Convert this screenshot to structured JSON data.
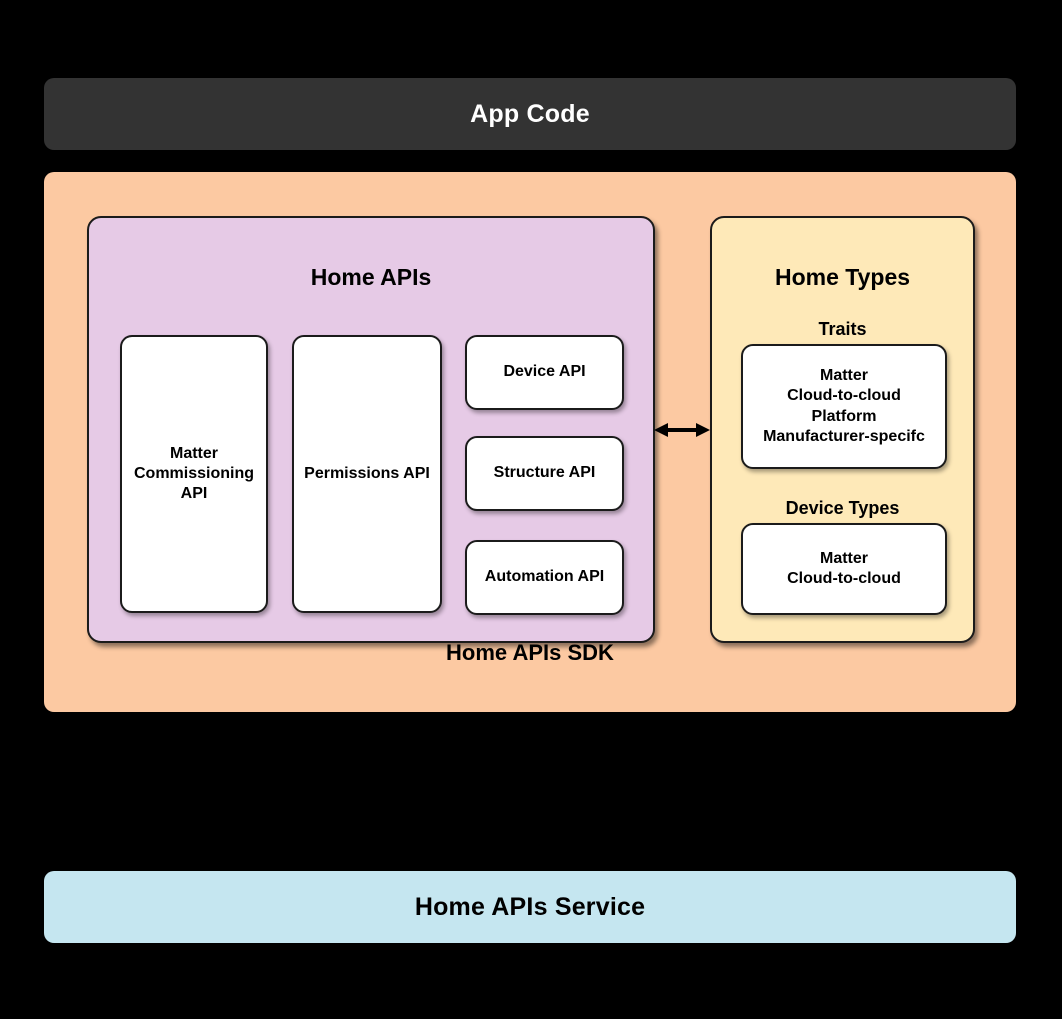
{
  "background_color": "#000000",
  "colors": {
    "app_code_bar": "#333333",
    "sdk_container": "#fcc9a2",
    "home_apis_panel": "#e6cae6",
    "home_types_panel": "#fee9b8",
    "service_bar": "#c5e6f0",
    "box_fill": "#ffffff",
    "stroke": "#1b1b1b",
    "text": "#000000",
    "inverse_text": "#ffffff"
  },
  "app_code": {
    "label": "App Code"
  },
  "sdk": {
    "label": "Home APIs SDK",
    "home_apis": {
      "title": "Home APIs",
      "boxes": [
        {
          "name": "matter-commissioning-api",
          "label": "Matter\nCommissioning\nAPI"
        },
        {
          "name": "permissions-api",
          "label": "Permissions API"
        },
        {
          "name": "device-api",
          "label": "Device API"
        },
        {
          "name": "structure-api",
          "label": "Structure API"
        },
        {
          "name": "automation-api",
          "label": "Automation API"
        }
      ]
    },
    "home_types": {
      "title": "Home Types",
      "sections": [
        {
          "name": "traits",
          "title": "Traits",
          "items": "Matter\nCloud-to-cloud\nPlatform\nManufacturer-specifc"
        },
        {
          "name": "device-types",
          "title": "Device Types",
          "items": "Matter\nCloud-to-cloud"
        }
      ]
    },
    "connector": {
      "name": "bidirectional-arrow-icon",
      "direction": "both"
    }
  },
  "service": {
    "label": "Home APIs Service"
  }
}
